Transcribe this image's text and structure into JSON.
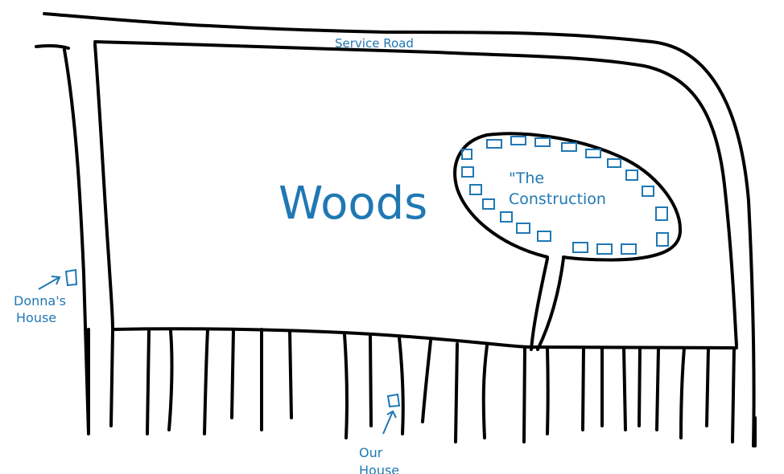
{
  "map": {
    "service_road_label": "Service Road",
    "woods_label": "Woods",
    "construction_label_line1": "\"The",
    "construction_label_line2": "Construction",
    "donna_label_line1": "Donna's",
    "donna_label_line2": "House",
    "our_label_line1": "Our",
    "our_label_line2": "House"
  },
  "colors": {
    "ink": "#000000",
    "label": "#1f78b4"
  },
  "icons": [
    "arrow-icon",
    "house-icon",
    "construction-block-icon"
  ]
}
